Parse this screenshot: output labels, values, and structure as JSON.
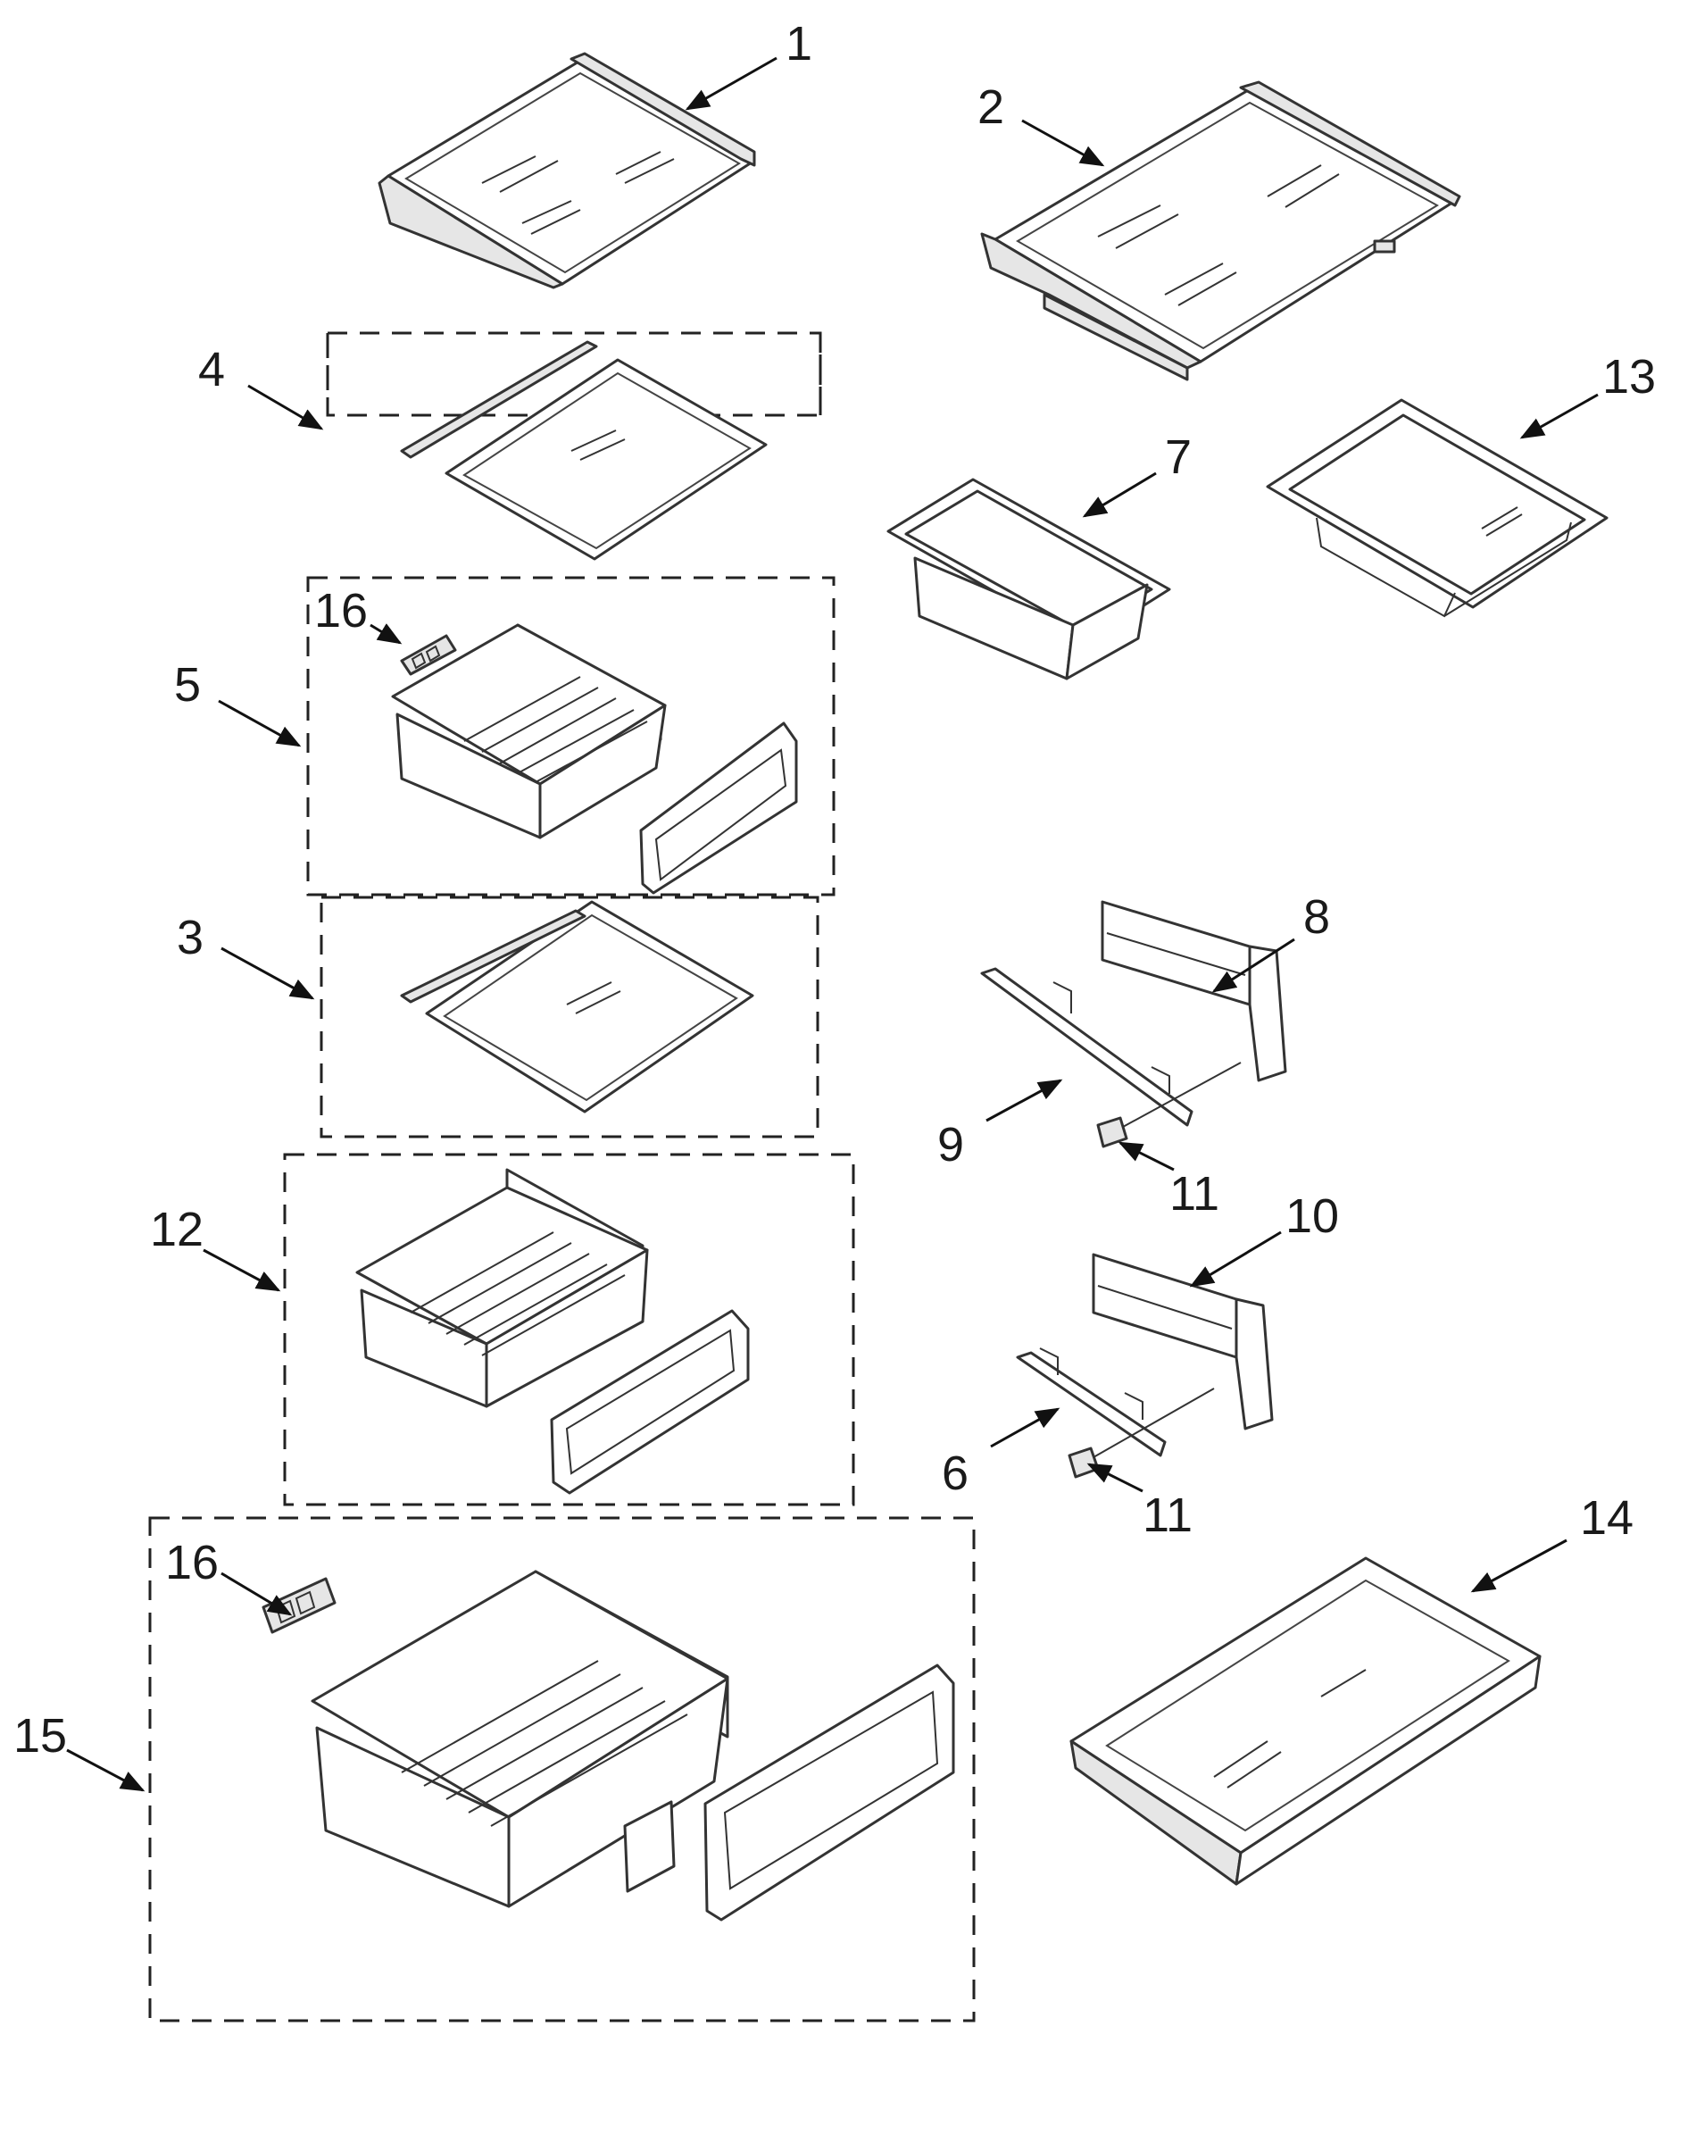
{
  "diagram": {
    "callouts": [
      {
        "id": "c1",
        "label": "1"
      },
      {
        "id": "c2",
        "label": "2"
      },
      {
        "id": "c4",
        "label": "4"
      },
      {
        "id": "c13",
        "label": "13"
      },
      {
        "id": "c7",
        "label": "7"
      },
      {
        "id": "c16a",
        "label": "16"
      },
      {
        "id": "c5",
        "label": "5"
      },
      {
        "id": "c8",
        "label": "8"
      },
      {
        "id": "c3",
        "label": "3"
      },
      {
        "id": "c9",
        "label": "9"
      },
      {
        "id": "c11a",
        "label": "11"
      },
      {
        "id": "c12",
        "label": "12"
      },
      {
        "id": "c10",
        "label": "10"
      },
      {
        "id": "c6",
        "label": "6"
      },
      {
        "id": "c11b",
        "label": "11"
      },
      {
        "id": "c14",
        "label": "14"
      },
      {
        "id": "c16b",
        "label": "16"
      },
      {
        "id": "c15",
        "label": "15"
      }
    ]
  }
}
